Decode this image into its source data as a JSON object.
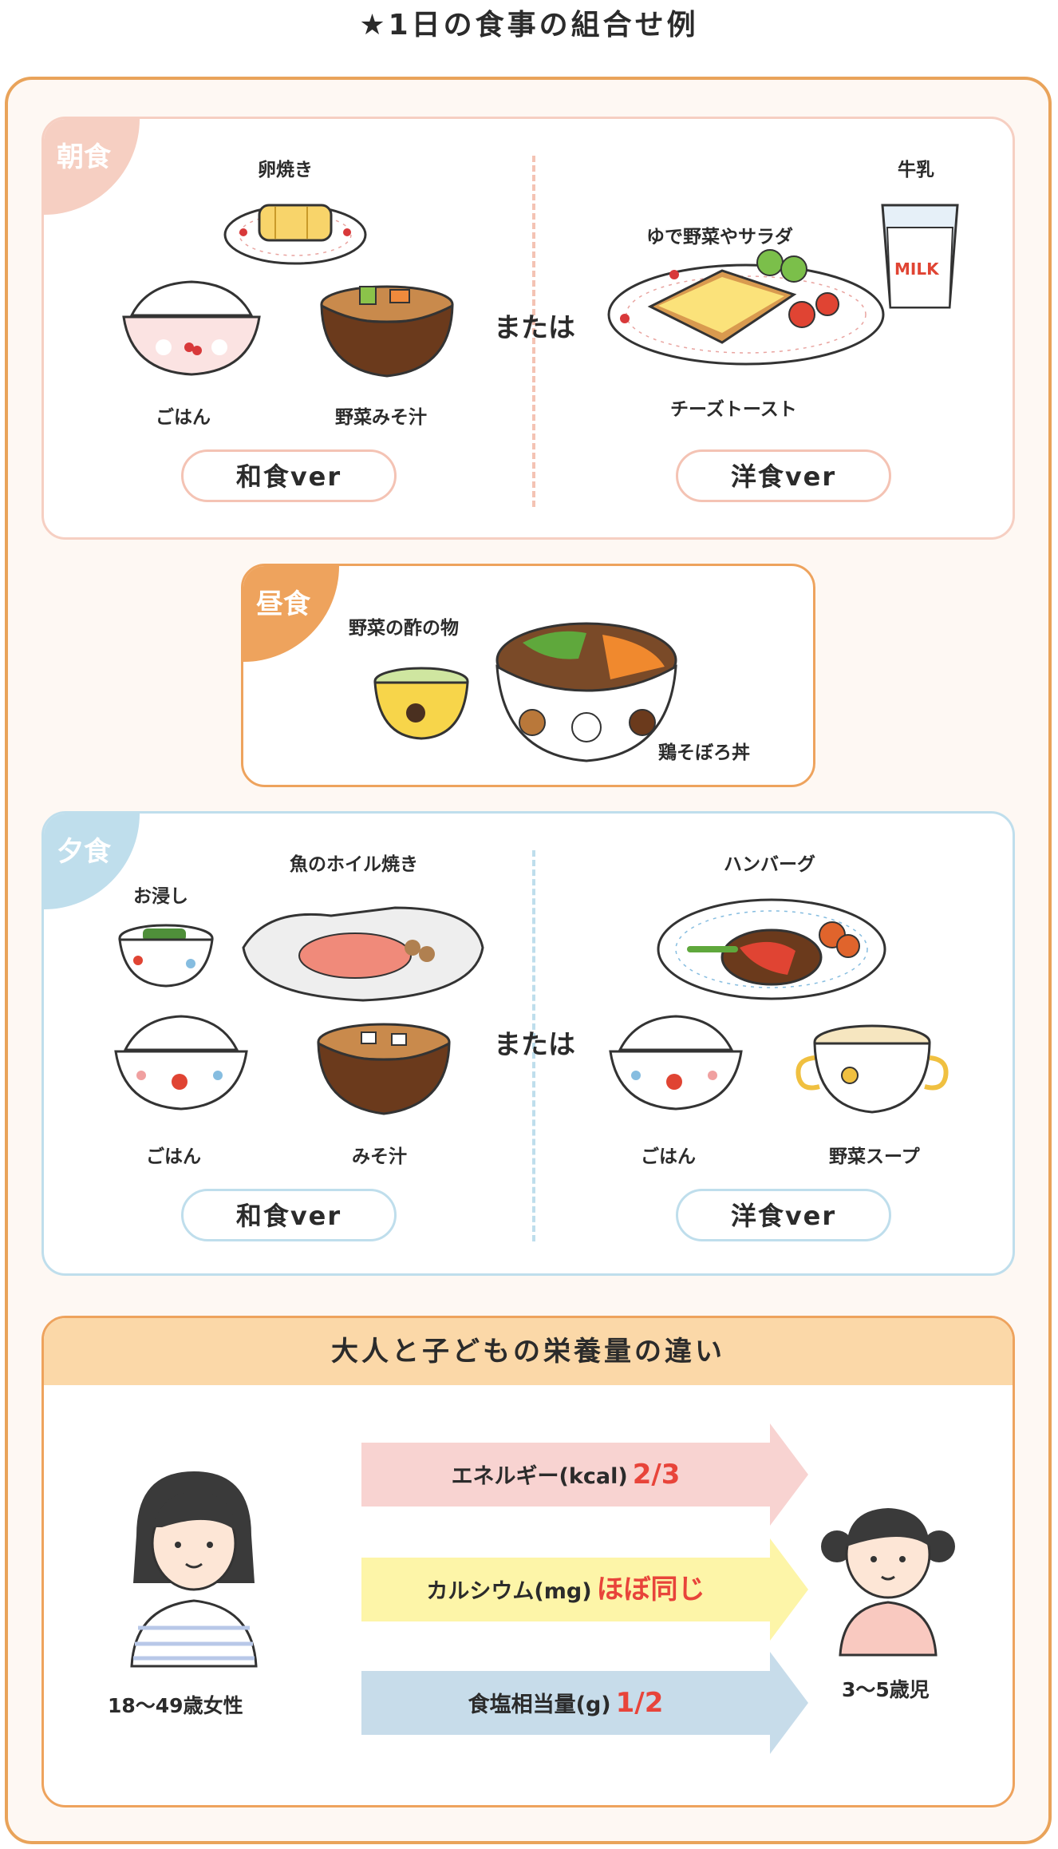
{
  "title": "★1日の食事の組合せ例",
  "breakfast": {
    "tag": "朝食",
    "or": "または",
    "japanese": {
      "items": [
        "卵焼き",
        "ごはん",
        "野菜みそ汁"
      ],
      "pill": "和食ver"
    },
    "western": {
      "items": [
        "牛乳",
        "ゆで野菜やサラダ",
        "チーズトースト"
      ],
      "pill": "洋食ver",
      "milk_text": "MILK"
    }
  },
  "lunch": {
    "tag": "昼食",
    "items": [
      "野菜の酢の物",
      "鶏そぼろ丼"
    ]
  },
  "dinner": {
    "tag": "夕食",
    "or": "または",
    "japanese": {
      "items": [
        "お浸し",
        "魚のホイル焼き",
        "ごはん",
        "みそ汁"
      ],
      "pill": "和食ver"
    },
    "western": {
      "items": [
        "ハンバーグ",
        "ごはん",
        "野菜スープ"
      ],
      "pill": "洋食ver"
    }
  },
  "comparison": {
    "header": "大人と子どもの栄養量の違い",
    "adult_label": "18～49歳女性",
    "child_label": "3～5歳児",
    "rows": [
      {
        "label": "エネルギー(kcal)",
        "value": "2/3",
        "color": "#f8d3d1"
      },
      {
        "label": "カルシウム(mg)",
        "value": "ほぼ同じ",
        "color": "#fdf5a8"
      },
      {
        "label": "食塩相当量(g)",
        "value": "1/2",
        "color": "#c7dcea"
      }
    ]
  }
}
